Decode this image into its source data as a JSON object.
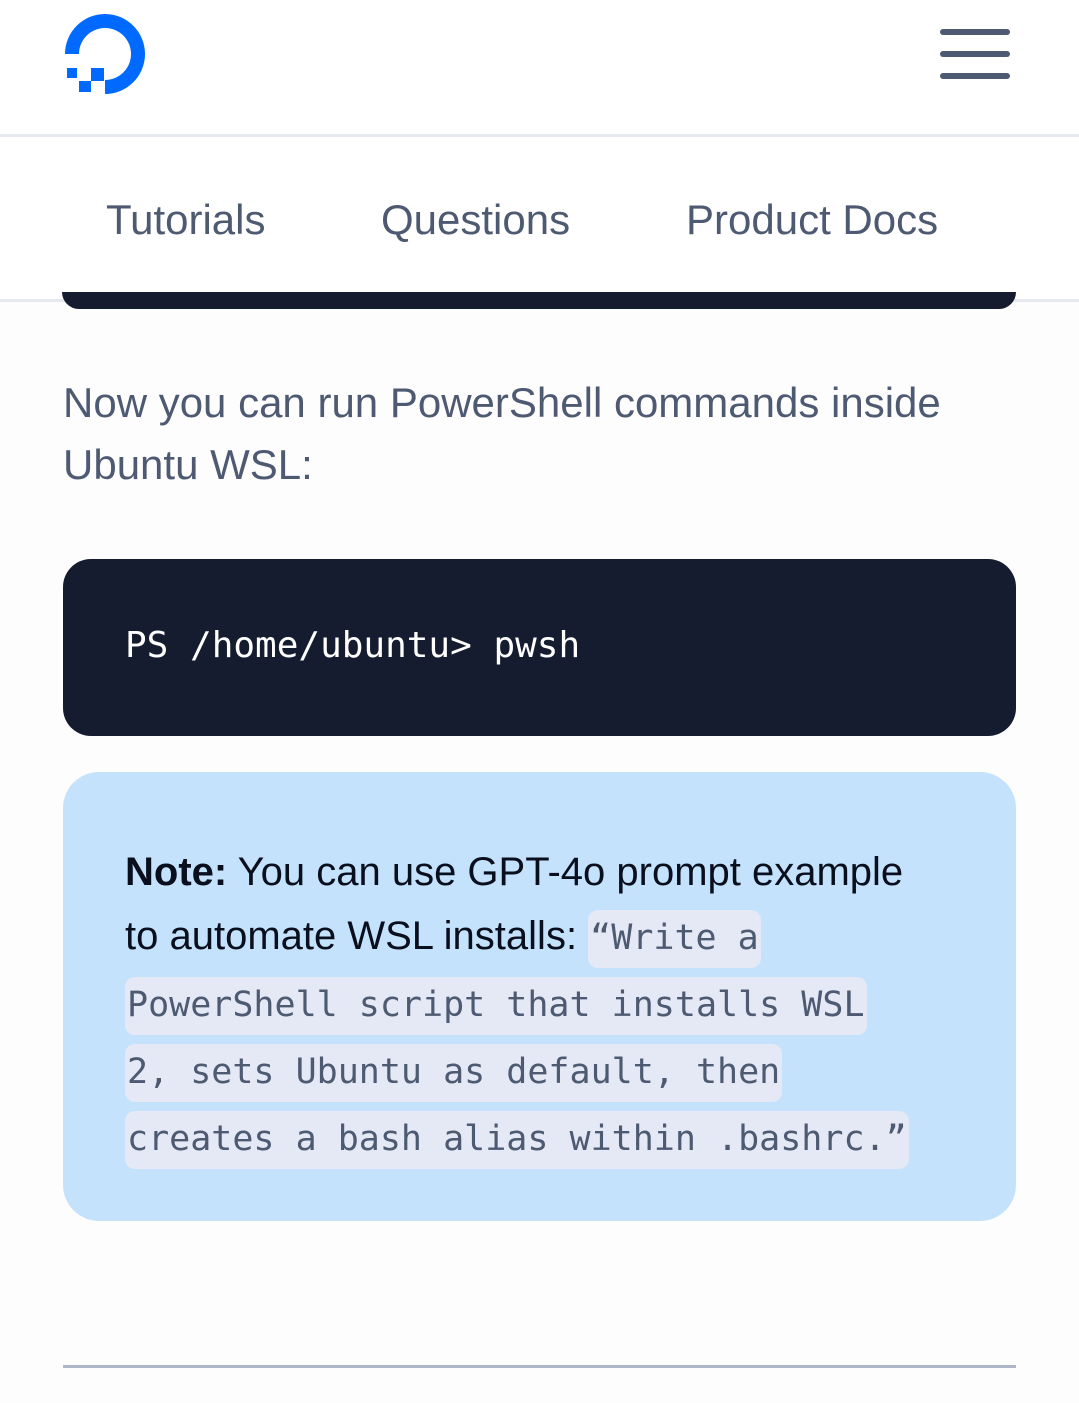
{
  "header": {
    "logo_icon": "digitalocean-logo-icon",
    "menu_icon": "hamburger-menu-icon"
  },
  "tabs": [
    {
      "label": "Tutorials"
    },
    {
      "label": "Questions"
    },
    {
      "label": "Product Docs"
    }
  ],
  "content": {
    "paragraph": "Now you can run PowerShell commands inside Ubuntu WSL:",
    "code_block": "PS /home/ubuntu> pwsh",
    "note": {
      "label": "Note:",
      "text": " You can use GPT-4o prompt example to automate WSL installs: ",
      "inline_code": "“Write a PowerShell script that installs WSL 2, sets Ubuntu as default, then creates a bash alias within .bashrc.”"
    }
  },
  "colors": {
    "brand_blue": "#0069ff",
    "text_muted": "#4d5a72",
    "code_background": "#151c2f",
    "note_background": "#c5e2fd"
  }
}
